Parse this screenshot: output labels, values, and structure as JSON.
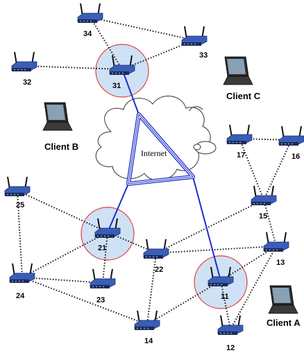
{
  "cloud": {
    "label": "Internet"
  },
  "routers": [
    {
      "id": "r31",
      "label": "31",
      "gateway": true
    },
    {
      "id": "r32",
      "label": "32"
    },
    {
      "id": "r33",
      "label": "33"
    },
    {
      "id": "r34",
      "label": "34"
    },
    {
      "id": "r21",
      "label": "21",
      "gateway": true
    },
    {
      "id": "r22",
      "label": "22"
    },
    {
      "id": "r23",
      "label": "23"
    },
    {
      "id": "r24",
      "label": "24"
    },
    {
      "id": "r25",
      "label": "25"
    },
    {
      "id": "r11",
      "label": "11",
      "gateway": true
    },
    {
      "id": "r12",
      "label": "12"
    },
    {
      "id": "r13",
      "label": "13"
    },
    {
      "id": "r14",
      "label": "14"
    },
    {
      "id": "r15",
      "label": "15"
    },
    {
      "id": "r16",
      "label": "16"
    },
    {
      "id": "r17",
      "label": "17"
    }
  ],
  "clients": [
    {
      "id": "clientA",
      "label": "Client A"
    },
    {
      "id": "clientB",
      "label": "Client B"
    },
    {
      "id": "clientC",
      "label": "Client C"
    }
  ],
  "wireless_links": [
    [
      "r31",
      "r34"
    ],
    [
      "r34",
      "r33"
    ],
    [
      "r31",
      "r33"
    ],
    [
      "r31",
      "r32"
    ],
    [
      "r21",
      "r25"
    ],
    [
      "r21",
      "r22"
    ],
    [
      "r21",
      "r23"
    ],
    [
      "r21",
      "r24"
    ],
    [
      "r25",
      "r24"
    ],
    [
      "r24",
      "r23"
    ],
    [
      "r24",
      "r14"
    ],
    [
      "r22",
      "r14"
    ],
    [
      "r22",
      "r13"
    ],
    [
      "r22",
      "r15"
    ],
    [
      "r14",
      "r11"
    ],
    [
      "r11",
      "r13"
    ],
    [
      "r11",
      "r12"
    ],
    [
      "r12",
      "r13"
    ],
    [
      "r13",
      "r15"
    ],
    [
      "r15",
      "r17"
    ],
    [
      "r15",
      "r16"
    ],
    [
      "r17",
      "r16"
    ]
  ],
  "wired_links": [
    [
      "r31",
      "cloud_top"
    ],
    [
      "r21",
      "cloud_left"
    ],
    [
      "r11",
      "cloud_right"
    ]
  ],
  "colors": {
    "wired": "#1c2cc8",
    "gateway_fill": "#cfe1f5",
    "gateway_stroke": "#e03a3a",
    "router_body": "#3a5db8",
    "router_front": "#1c2a55",
    "laptop": "#2b2b2b"
  }
}
